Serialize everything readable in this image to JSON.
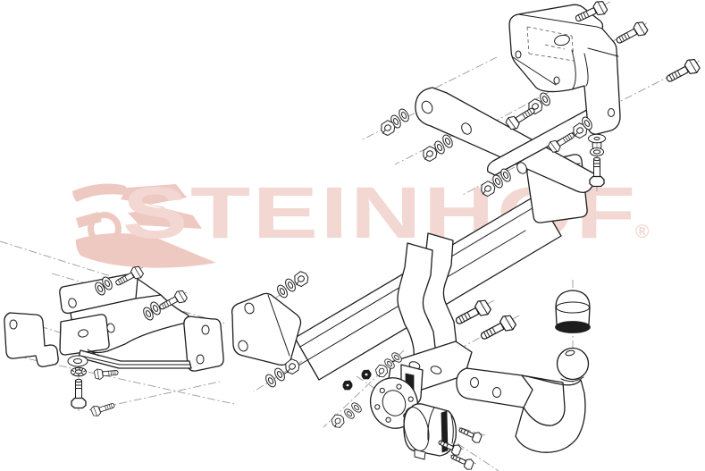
{
  "meta": {
    "title": "Towbar exploded assembly technical drawing"
  },
  "theme": {
    "background": "#ffffff",
    "line": "#1d1d1d",
    "hidden_line": "#555555",
    "centerline": "#9a9a9a",
    "watermark": "#f3d7d2",
    "watermark_dark": "#eec9c2",
    "dark_fill": "#1d1d1d"
  },
  "watermark": {
    "brand": "STEINHOF",
    "registered_mark": "®",
    "logo": "steinhof-wing-logo"
  },
  "diagram": {
    "type": "exploded-assembly-line-drawing",
    "subject": "vehicle towbar (tow hitch) mounting kit",
    "components": [
      {
        "id": "crossbar-beam",
        "label": "main crossbar beam"
      },
      {
        "id": "crossbar-end-plate",
        "label": "crossbar end plate (left)"
      },
      {
        "id": "crossbar-end-cap",
        "label": "crossbar end cap (right)"
      },
      {
        "id": "top-right-mounting-bracket",
        "label": "right chassis mounting bracket"
      },
      {
        "id": "right-side-strap",
        "label": "right side connecting strap"
      },
      {
        "id": "upper-side-member",
        "label": "upper side member bar"
      },
      {
        "id": "left-mounting-bracket",
        "label": "left chassis mounting bracket"
      },
      {
        "id": "left-hook-strap",
        "label": "left hook strap"
      },
      {
        "id": "drop-plates",
        "label": "central drop plates"
      },
      {
        "id": "ball-mount-platform",
        "label": "ball mount platform"
      },
      {
        "id": "swan-neck-towball",
        "label": "swan neck towball"
      },
      {
        "id": "towball-cap",
        "label": "towball cover cap"
      },
      {
        "id": "socket-plate",
        "label": "electrical socket mounting plate"
      },
      {
        "id": "socket-cover",
        "label": "electrical socket cover"
      },
      {
        "id": "fasteners",
        "label": "hex bolts, washers and nuts"
      },
      {
        "id": "centerlines",
        "label": "assembly centerlines"
      }
    ]
  }
}
